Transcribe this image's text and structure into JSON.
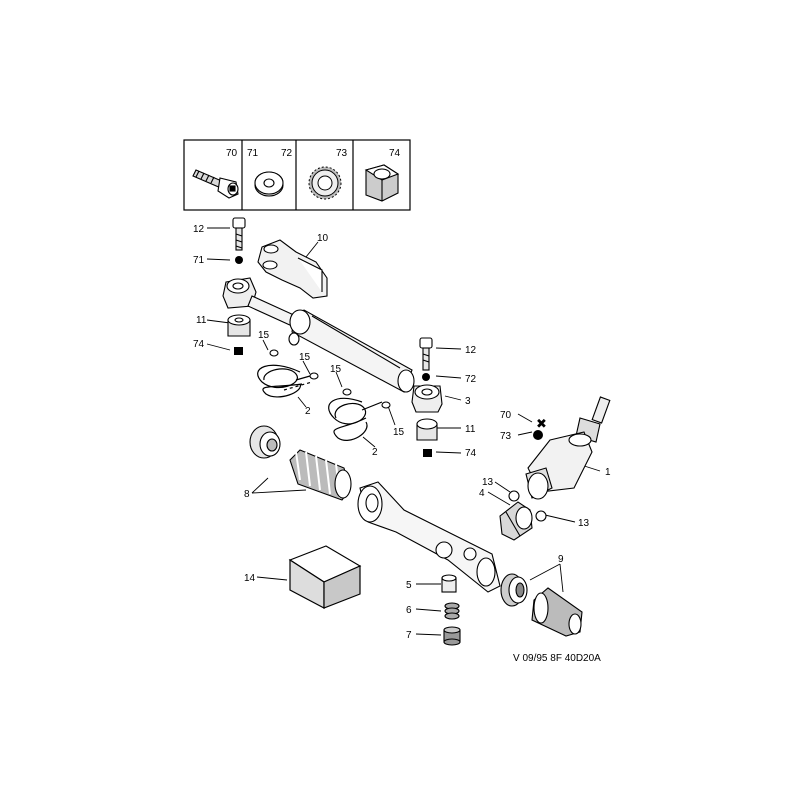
{
  "legend": [
    {
      "labels": [
        "70"
      ],
      "icon": "bolt-icon"
    },
    {
      "labels": [
        "71",
        "72"
      ],
      "icon": "flat-washer-icon"
    },
    {
      "labels": [
        "73"
      ],
      "icon": "serrated-washer-icon"
    },
    {
      "labels": [
        "74"
      ],
      "icon": "lock-nut-icon"
    }
  ],
  "callouts": {
    "c12a": "12",
    "c71": "71",
    "c10": "10",
    "c11a": "11",
    "c74a": "74",
    "c15a": "15",
    "c15b": "15",
    "c15c": "15",
    "c15d": "15",
    "c2a": "2",
    "c2b": "2",
    "c12b": "12",
    "c72": "72",
    "c3": "3",
    "c11b": "11",
    "c74b": "74",
    "c70": "70",
    "c73": "73",
    "c1": "1",
    "c13a": "13",
    "c4": "4",
    "c13b": "13",
    "c8": "8",
    "c14": "14",
    "c5": "5",
    "c6": "6",
    "c7": "7",
    "c9": "9"
  },
  "reference": "V 09/95 8F 40D20A"
}
